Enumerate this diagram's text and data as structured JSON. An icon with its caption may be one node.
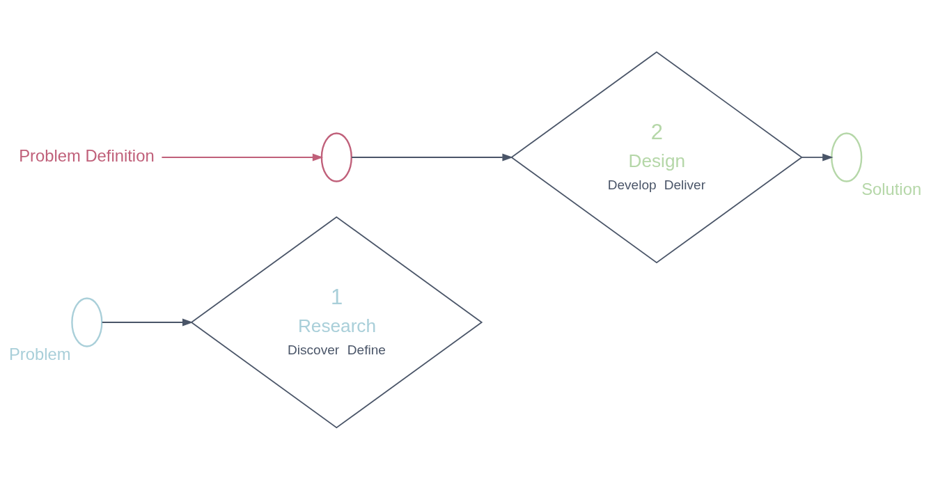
{
  "diagram": {
    "nodes": [
      {
        "text": [],
        "shape": "circle",
        "beside": [
          "Problem"
        ]
      },
      {
        "text": [
          "1",
          "Research",
          "Discover",
          "Define"
        ]
      },
      {
        "text": [
          "Problem Definition"
        ]
      },
      {
        "text": [],
        "shape": "circle"
      },
      {
        "text": [
          "2",
          "Design",
          "Develop",
          "Deliver"
        ]
      },
      {
        "text": [],
        "shape": "circle",
        "beside": [
          "Solution"
        ]
      }
    ],
    "edges": [
      {
        "from": 0,
        "to": 1,
        "arrow": "to"
      },
      {
        "from": 2,
        "to": 3,
        "arrow": "to",
        "color": "#c0607a"
      },
      {
        "from": 3,
        "to": 4,
        "arrow": "to"
      },
      {
        "from": 4,
        "to": 5,
        "arrow": "to"
      }
    ]
  }
}
